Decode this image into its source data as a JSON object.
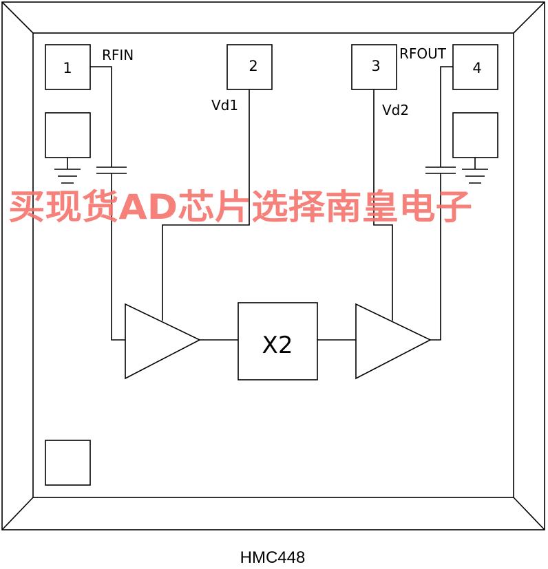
{
  "pins": [
    {
      "number": "1",
      "label": "RFIN"
    },
    {
      "number": "2",
      "label": "Vd1"
    },
    {
      "number": "3",
      "label": "Vd2"
    },
    {
      "number": "4",
      "label": "RFOUT"
    }
  ],
  "multiplier_label": "X2",
  "part_number": "HMC448",
  "watermark": "买现货AD芯片选择南皇电子"
}
